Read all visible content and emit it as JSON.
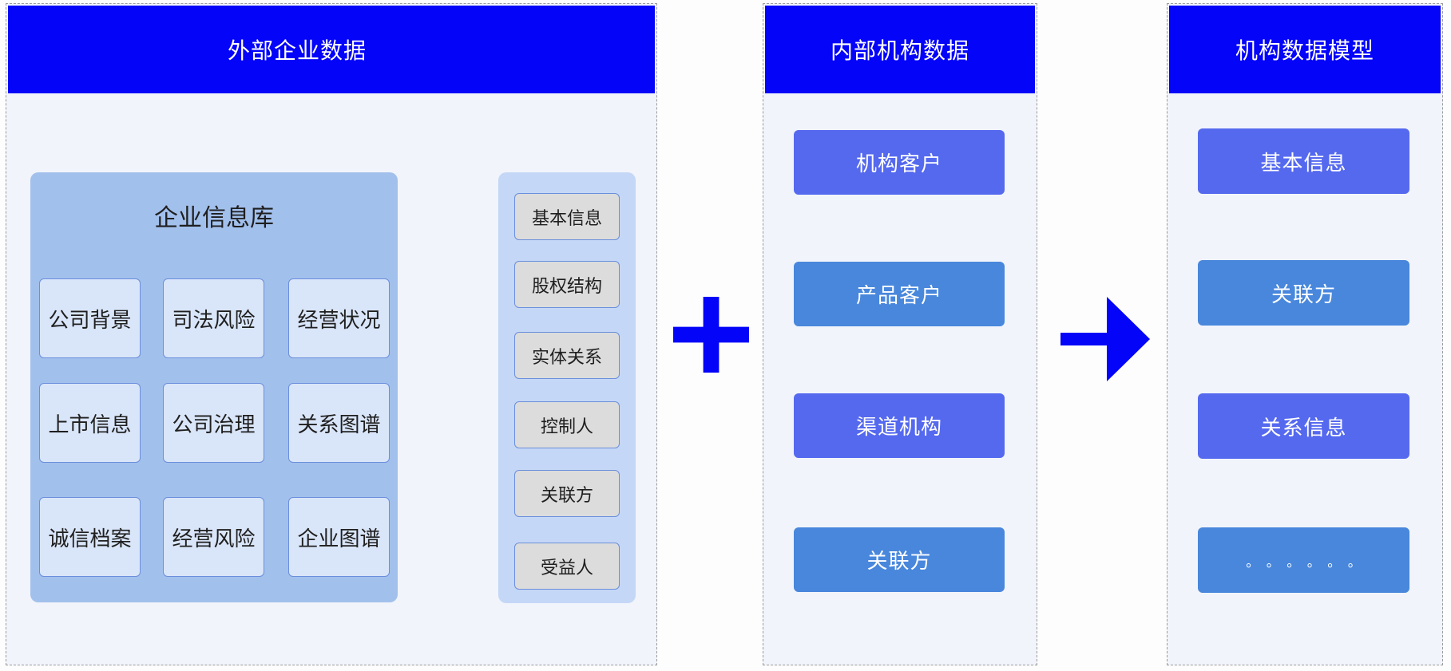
{
  "colors": {
    "page_background": "#fdfdfe",
    "panel_background": "#f1f4fb",
    "header_blue": "#0404f8",
    "operator_blue": "#0404f8",
    "button_indigo": "#5569ef",
    "button_blue": "#4887dc",
    "library_container": "#a2c0ec",
    "library_cell": "#d9e5f8",
    "cell_border": "#6a8fdc",
    "column_container": "#c5d7f6",
    "column_item": "#dcdcdc",
    "text_dark": "#1f1f1f",
    "text_white": "#ffffff"
  },
  "panels": {
    "external": {
      "title": "外部企业数据",
      "library": {
        "title": "企业信息库",
        "cells": [
          "公司背景",
          "司法风险",
          "经营状况",
          "上市信息",
          "公司治理",
          "关系图谱",
          "诚信档案",
          "经营风险",
          "企业图谱"
        ]
      },
      "column": {
        "items": [
          "基本信息",
          "股权结构",
          "实体关系",
          "控制人",
          "关联方",
          "受益人"
        ]
      }
    },
    "internal": {
      "title": "内部机构数据",
      "buttons": [
        {
          "label": "机构客户",
          "variant": "indigo"
        },
        {
          "label": "产品客户",
          "variant": "blue"
        },
        {
          "label": "渠道机构",
          "variant": "indigo"
        },
        {
          "label": "关联方",
          "variant": "blue"
        }
      ]
    },
    "model": {
      "title": "机构数据模型",
      "buttons": [
        {
          "label": "基本信息",
          "variant": "indigo"
        },
        {
          "label": "关联方",
          "variant": "blue"
        },
        {
          "label": "关系信息",
          "variant": "indigo"
        },
        {
          "label": "。。。。。。",
          "variant": "blue"
        }
      ]
    }
  },
  "operators": {
    "plus_icon": "plus",
    "arrow_icon": "arrow-right"
  }
}
